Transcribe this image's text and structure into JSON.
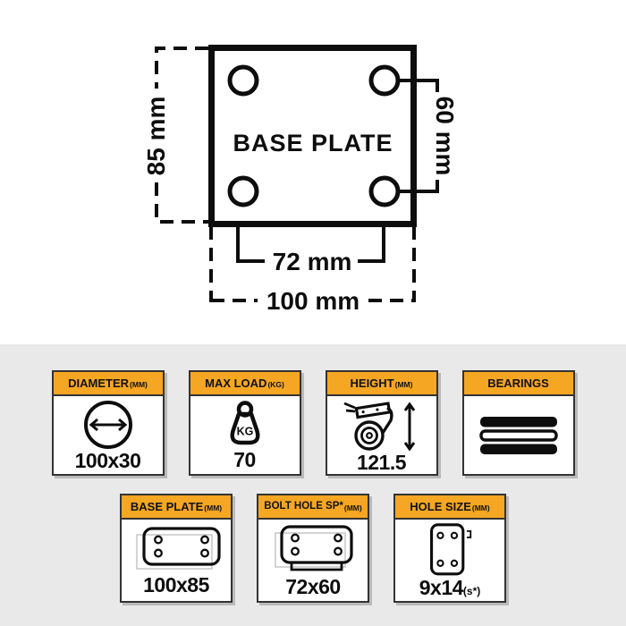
{
  "colors": {
    "accent": "#F5A623",
    "panel_bg": "#E9E9E9",
    "card_border": "#333333",
    "line": "#0D0D0D",
    "ghost": "#C9C9C9"
  },
  "diagram": {
    "plate_label": "BASE PLATE",
    "dim_plate_height": "85 mm",
    "dim_bolt_vertical": "60 mm",
    "dim_bolt_horizontal": "72 mm",
    "dim_plate_width": "100 mm"
  },
  "specs": {
    "row1": [
      {
        "title": "DIAMETER",
        "unit": "(MM)",
        "value": "100x30"
      },
      {
        "title": "MAX LOAD",
        "unit": "(KG)",
        "value": "70",
        "icon_label": "KG"
      },
      {
        "title": "HEIGHT",
        "unit": "(MM)",
        "value": "121.5"
      },
      {
        "title": "BEARINGS",
        "unit": "",
        "value": ""
      }
    ],
    "row2": [
      {
        "title": "BASE PLATE",
        "unit": "(MM)",
        "value": "100x85"
      },
      {
        "title": "BOLT HOLE SP*",
        "unit": "(MM)",
        "value": "72x60"
      },
      {
        "title": "HOLE SIZE",
        "unit": "(MM)",
        "value": "9x14",
        "value_suffix": "(s*)"
      }
    ]
  }
}
